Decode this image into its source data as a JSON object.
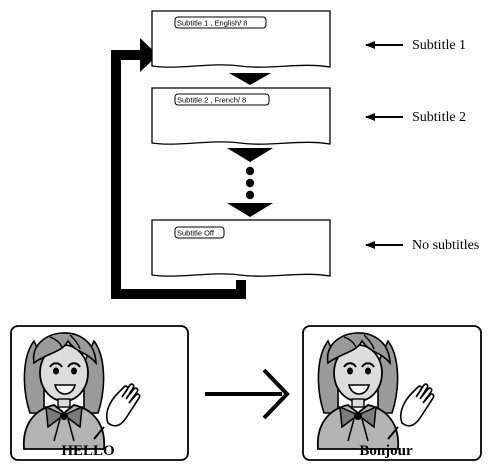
{
  "screens": [
    {
      "osd": "Subtitle 1 , English/ 8",
      "callout": "Subtitle 1"
    },
    {
      "osd": "Subtitle 2 , French/ 8",
      "callout": "Subtitle 2"
    },
    {
      "osd": "Subtitle Off",
      "callout": "No subtitles"
    }
  ],
  "examples": {
    "before": {
      "caption": "HELLO"
    },
    "after": {
      "caption": "Bonjour"
    }
  },
  "colors": {
    "ink": "#000000",
    "paper": "#ffffff",
    "skin": "#dcdcdc",
    "hair": "#9a9a9a",
    "jacket": "#b4b4b4"
  }
}
